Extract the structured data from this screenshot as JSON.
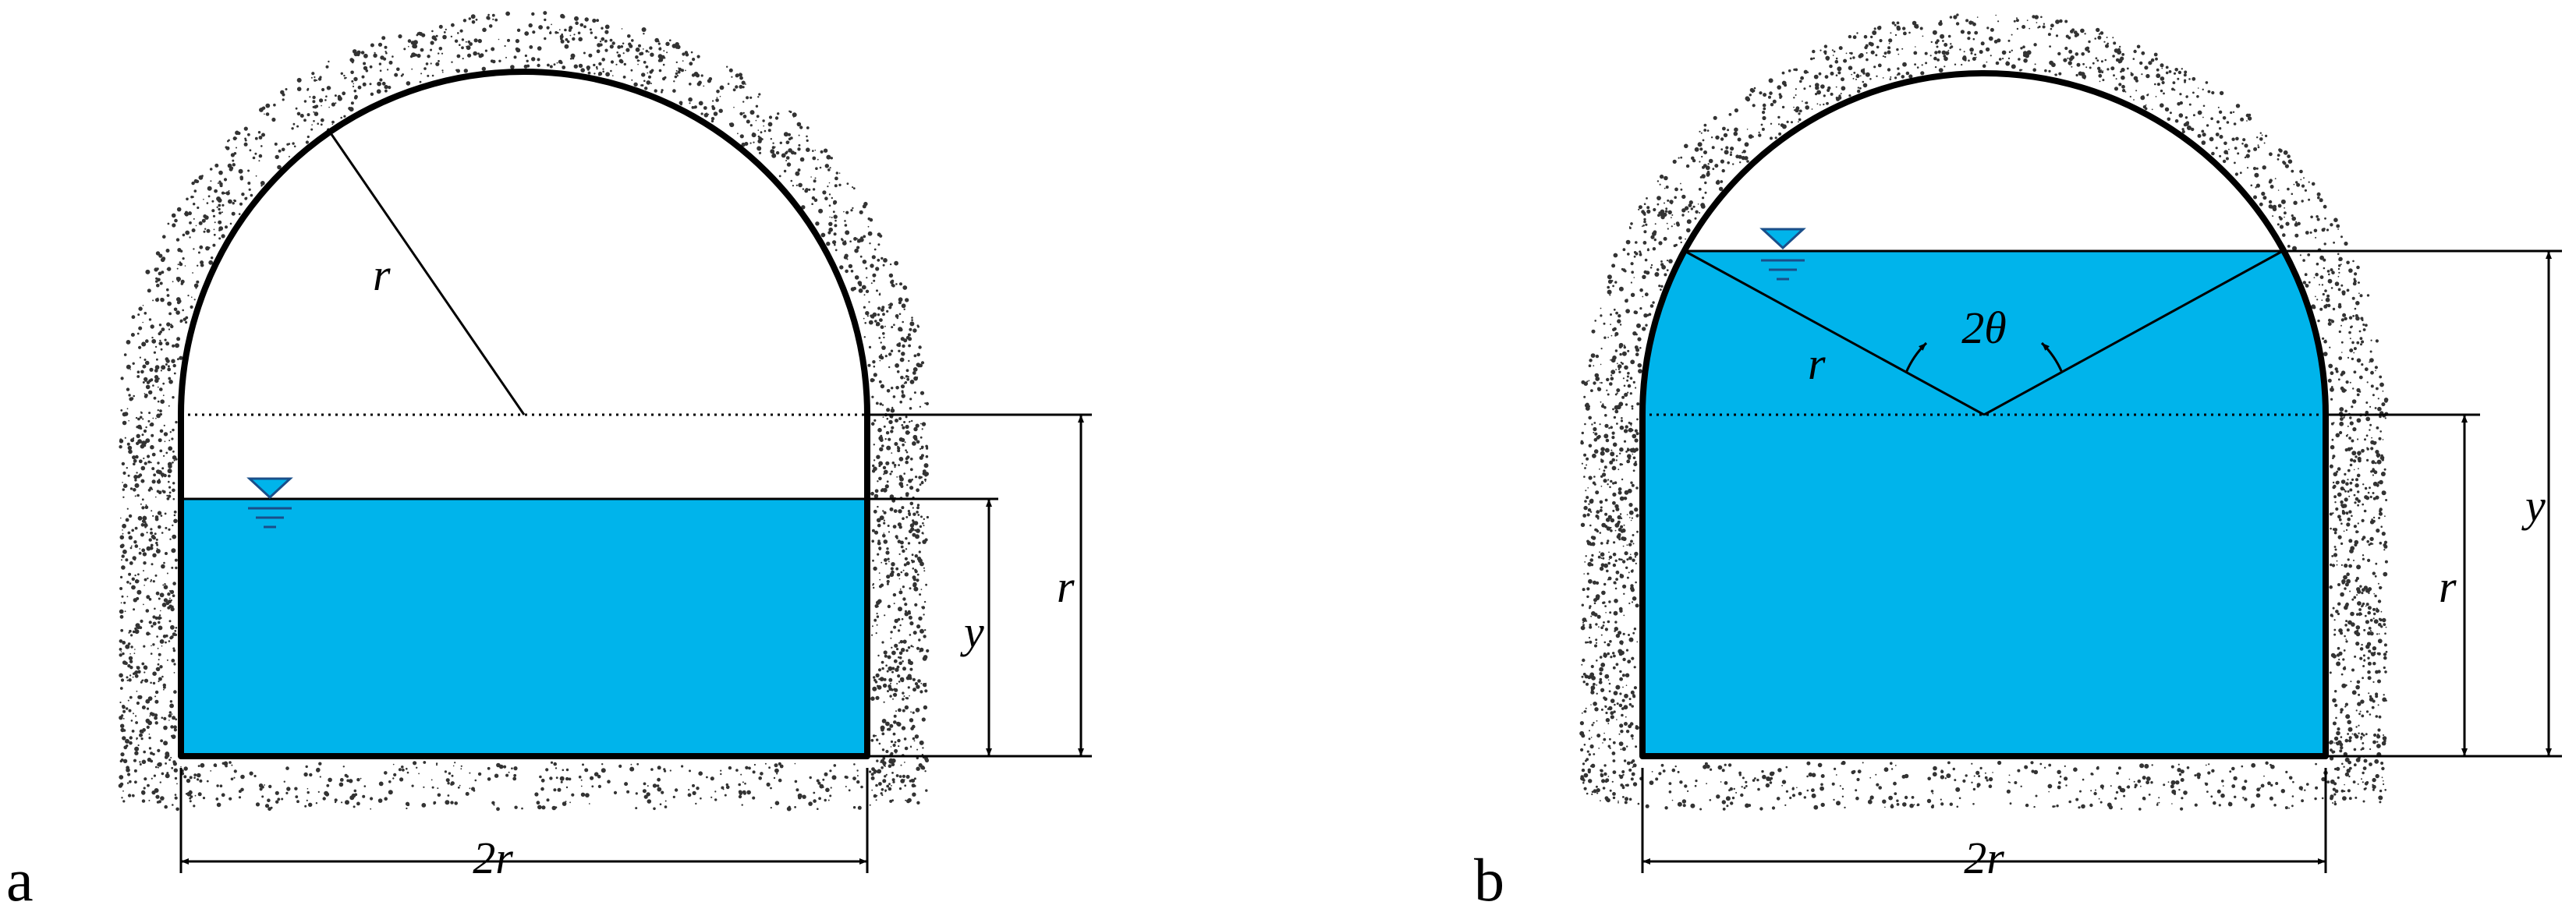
{
  "panel_a": {
    "panel_label": "a",
    "radius_label": "r",
    "depth_label": "y",
    "height_label": "r",
    "width_label": "2r"
  },
  "panel_b": {
    "panel_label": "b",
    "radius_label": "r",
    "angle_label": "2θ",
    "depth_label": "y",
    "height_label": "r",
    "width_label": "2r"
  },
  "colors": {
    "water": "#00b4eb",
    "water_symbol": "#00b4eb",
    "outline": "#000000",
    "rock_texture": "#333333"
  },
  "icons": [
    "water-level-symbol"
  ]
}
